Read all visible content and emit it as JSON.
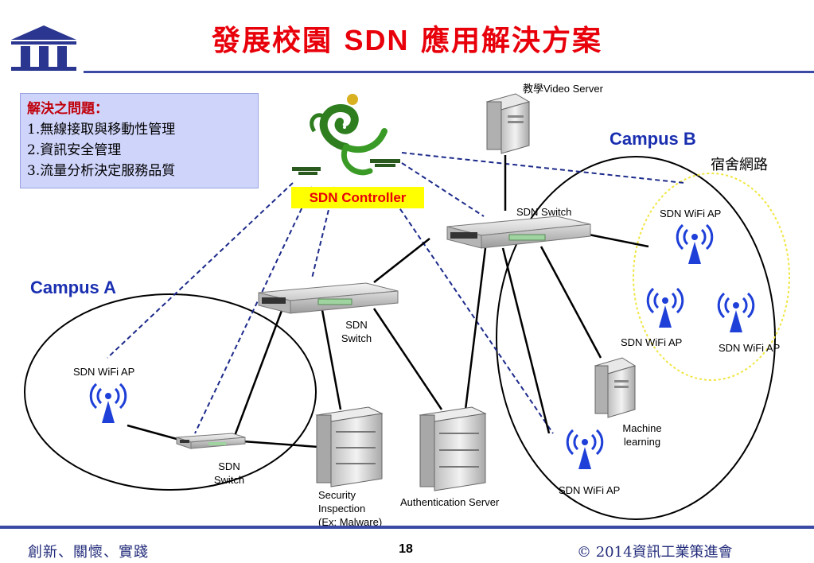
{
  "title": {
    "part1": "發展校園 ",
    "latin": "SDN",
    "part2": " 應用解決方案"
  },
  "issues": {
    "heading": "解決之問題：",
    "items": [
      "1.無線接取與移動性管理",
      "2.資訊安全管理",
      "3.流量分析決定服務品質"
    ]
  },
  "controller_label": "SDN Controller",
  "campus_a": "Campus A",
  "campus_b": "Campus B",
  "dorm_network": "宿舍網路",
  "nodes": {
    "video_server": "教學Video Server",
    "switch_top": "SDN Switch",
    "switch_mid_line1": "SDN",
    "switch_mid_line2": "Switch",
    "switch_small_line1": "SDN",
    "switch_small_line2": "Switch",
    "wifi_a": "SDN WiFi AP",
    "wifi_b1": "SDN WiFi AP",
    "wifi_b2": "SDN WiFi AP",
    "wifi_b3": "SDN WiFi AP",
    "wifi_b4": "SDN WiFi AP",
    "ml_line1": "Machine",
    "ml_line2": "learning",
    "security_line1": "Security",
    "security_line2": "Inspection",
    "security_line3": "(Ex: Malware)",
    "auth_server": "Authentication Server"
  },
  "footer": {
    "left": "創新、關懷、實踐",
    "page": "18",
    "right": "© 2014資訊工業策進會"
  },
  "colors": {
    "title": "#e8000a",
    "campus": "#1a2fb0",
    "footer_bar": "#3b4aa5",
    "issue_bg": "#cfd4fb",
    "wifi": "#1e3fd8",
    "dashed": "#1c2a8a",
    "dorm_ellipse": "#f0e640"
  }
}
